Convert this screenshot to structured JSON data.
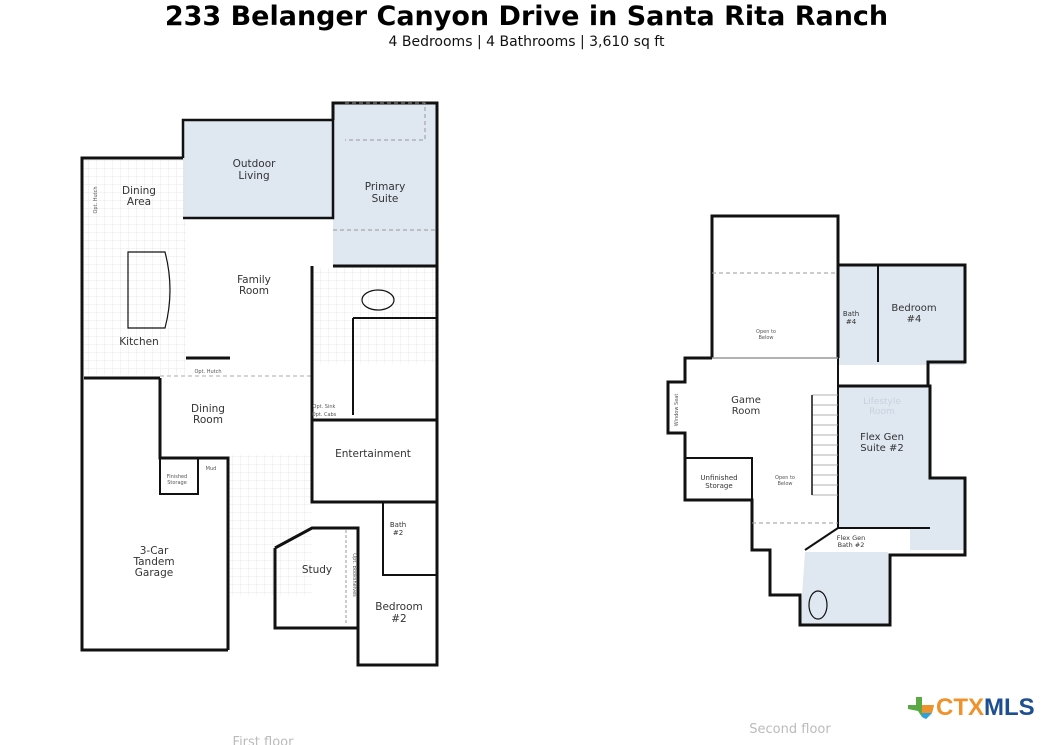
{
  "header": {
    "title": "233 Belanger Canyon Drive in Santa Rita Ranch",
    "subtitle": "4 Bedrooms | 4 Bathrooms | 3,610 sq ft"
  },
  "first_floor": {
    "label": "First floor",
    "rooms": {
      "outdoor_living": [
        "Outdoor",
        "Living"
      ],
      "primary_suite": [
        "Primary",
        "Suite"
      ],
      "dining_area": [
        "Dining",
        "Area"
      ],
      "family_room": [
        "Family",
        "Room"
      ],
      "kitchen": "Kitchen",
      "dining_room": [
        "Dining",
        "Room"
      ],
      "entertainment": "Entertainment",
      "garage": [
        "3-Car",
        "Tandem",
        "Garage"
      ],
      "study": "Study",
      "bath2": [
        "Bath",
        "#2"
      ],
      "bedroom2": [
        "Bedroom",
        "#2"
      ],
      "finished_storage": [
        "Finished",
        "Storage"
      ],
      "mud": "Mud",
      "opt_hutch": "Opt. Hutch",
      "opt_hutch_side": "Opt. Hutch",
      "opt_sink": "Opt. Sink",
      "opt_cabs": "Opt. Cabs",
      "opt_bookshelves": "Opt. Bookshelves"
    }
  },
  "second_floor": {
    "label": "Second floor",
    "rooms": {
      "open_below_1": [
        "Open to",
        "Below"
      ],
      "game_room": [
        "Game",
        "Room"
      ],
      "window_seat": "Window Seat",
      "unfinished_storage": [
        "Unfinished",
        "Storage"
      ],
      "open_below_2": [
        "Open to",
        "Below"
      ],
      "bath4": [
        "Bath",
        "#4"
      ],
      "bedroom4": [
        "Bedroom",
        "#4"
      ],
      "lifestyle_room": [
        "Lifestyle",
        "Room"
      ],
      "flex_suite": [
        "Flex Gen",
        "Suite #2"
      ],
      "flex_bath": [
        "Flex Gen",
        "Bath #2"
      ]
    }
  },
  "logo": {
    "part1": "CTX",
    "part2": "MLS"
  },
  "colors": {
    "wall": "#111111",
    "fill": "#dfe7f1",
    "grid": "#dddddd"
  }
}
